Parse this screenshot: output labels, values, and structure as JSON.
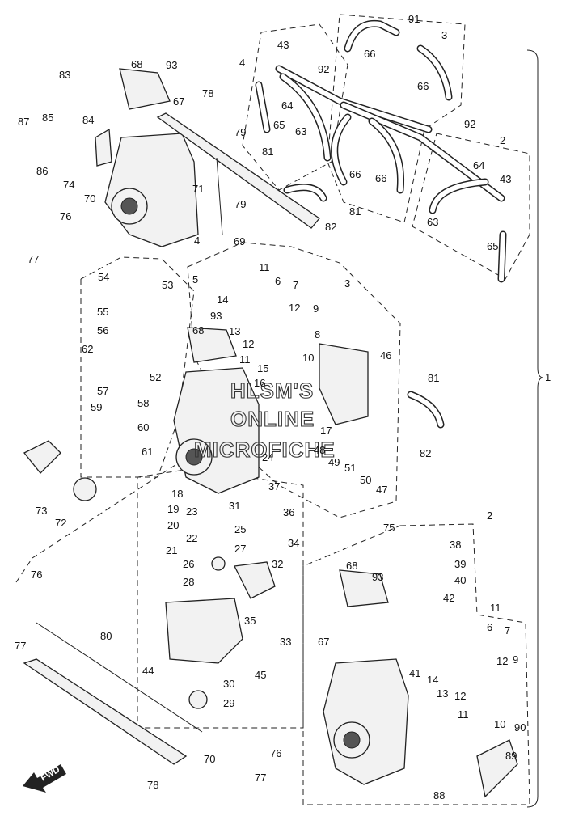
{
  "watermark": {
    "line1": "HLSM'S",
    "line2": "ONLINE",
    "line3": "MICROFICHE"
  },
  "fwd_label": "FWD",
  "assembly_bracket_label": "1",
  "callouts": [
    "2",
    "3",
    "4",
    "5",
    "6",
    "7",
    "8",
    "9",
    "10",
    "11",
    "12",
    "13",
    "14",
    "15",
    "16",
    "17",
    "18",
    "19",
    "20",
    "21",
    "22",
    "23",
    "24",
    "25",
    "26",
    "27",
    "28",
    "29",
    "30",
    "31",
    "32",
    "33",
    "34",
    "35",
    "36",
    "37",
    "38",
    "39",
    "40",
    "41",
    "42",
    "43",
    "44",
    "45",
    "46",
    "47",
    "48",
    "49",
    "50",
    "51",
    "52",
    "53",
    "54",
    "55",
    "56",
    "57",
    "58",
    "59",
    "60",
    "61",
    "62",
    "63",
    "64",
    "65",
    "66",
    "67",
    "68",
    "69",
    "70",
    "71",
    "72",
    "73",
    "74",
    "75",
    "76",
    "77",
    "78",
    "79",
    "80",
    "81",
    "82",
    "83",
    "84",
    "85",
    "86",
    "87",
    "88",
    "89",
    "90",
    "91",
    "92",
    "93"
  ],
  "colors": {
    "ink": "#222222",
    "paper": "#ffffff",
    "fill": "#f2f2f2"
  }
}
